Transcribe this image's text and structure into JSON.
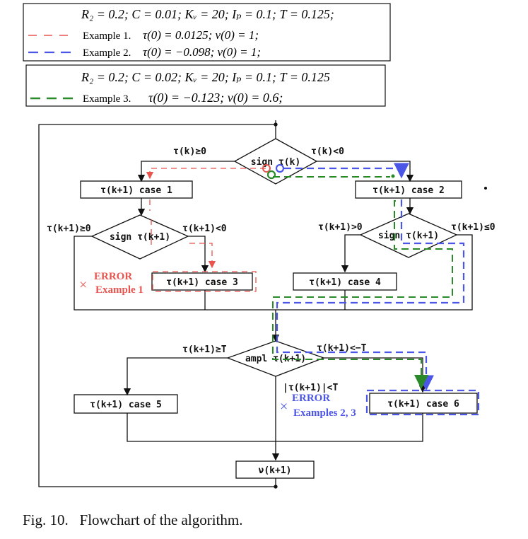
{
  "legend_box_1": {
    "params": "R₂ = 0.2; C = 0.01; Kᵥ = 20; Iₚ = 0.1; T = 0.125;",
    "example_1": {
      "label": "Example 1.",
      "init": "τ(0) = 0.0125; v(0) = 1;",
      "color": "#e8554f"
    },
    "example_2": {
      "label": "Example 2.",
      "init": "τ(0) = −0.098; v(0) = 1;",
      "color": "#4c56e6"
    }
  },
  "legend_box_2": {
    "params": "R₂ = 0.2; C = 0.02; Kᵥ = 20; Iₚ = 0.1; T = 0.125",
    "example_3": {
      "label": "Example 3.",
      "init": "τ(0) = −0.123; v(0) = 0.6;",
      "color": "#2a8a2a"
    }
  },
  "flowchart": {
    "decision_sign_tau_k": "sign τ(k)",
    "branch_tau_k_ge_0": "τ(k)≥0",
    "branch_tau_k_lt_0": "τ(k)<0",
    "case_1": "τ(k+1) case 1",
    "case_2": "τ(k+1) case 2",
    "decision_sign_tau_k1_left": "sign τ(k+1)",
    "decision_sign_tau_k1_right": "sign τ(k+1)",
    "branch_left_ge_0": "τ(k+1)≥0",
    "branch_left_lt_0": "τ(k+1)<0",
    "branch_right_gt_0": "τ(k+1)>0",
    "branch_right_le_0": "τ(k+1)≤0",
    "case_3": "τ(k+1) case 3",
    "case_4": "τ(k+1) case 4",
    "decision_ampl": "ampl τ(k+1)",
    "branch_ge_T": "τ(k+1)≥T",
    "branch_lt_neg_T": "τ(k+1)<−T",
    "branch_abs_lt_T": "|τ(k+1)|<T",
    "case_5": "τ(k+1) case 5",
    "case_6": "τ(k+1) case 6",
    "v_update": "ν(k+1)",
    "error_1_title": "ERROR",
    "error_1_sub": "Example 1",
    "error_2_title": "ERROR",
    "error_2_sub": "Examples 2, 3",
    "error_mark": "×"
  },
  "caption": "Fig. 10.   Flowchart of the algorithm."
}
